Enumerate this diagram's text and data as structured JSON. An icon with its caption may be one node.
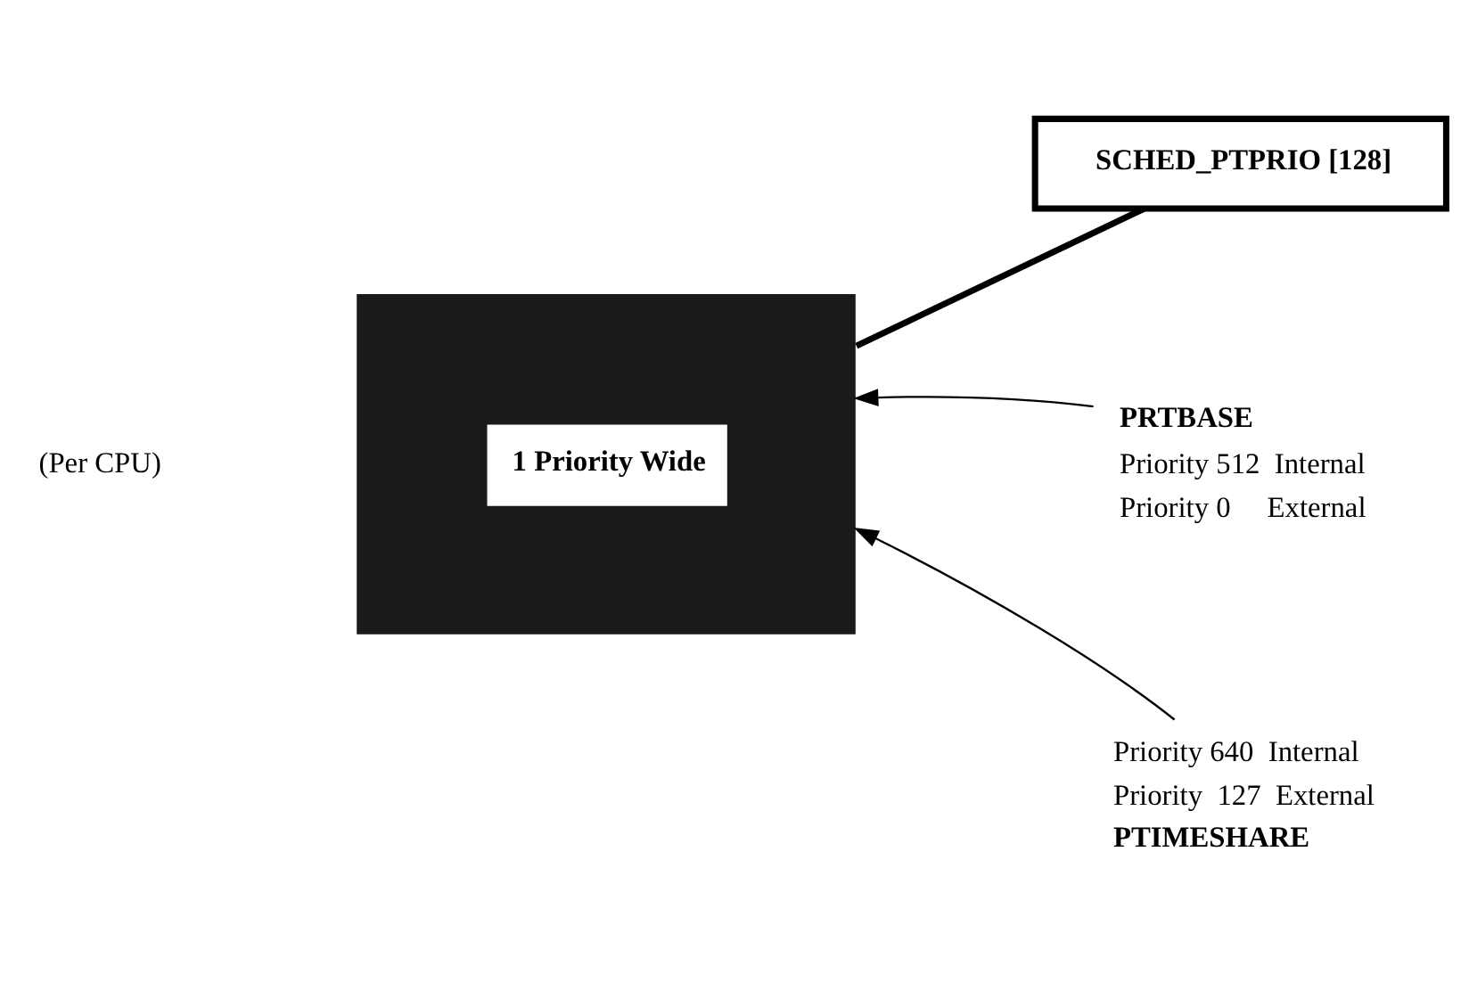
{
  "diagram": {
    "nodes": [
      {
        "text": [
          "1 Priority Wide"
        ]
      },
      {
        "text": [
          "SCHED_PTPRIO [128]"
        ]
      },
      {
        "text": [
          "PRTBASE"
        ],
        "beside": [
          "Priority 512  Internal",
          "Priority 0     External"
        ]
      },
      {
        "text": [
          "PTIMESHARE"
        ],
        "beside": [
          "Priority 640  Internal",
          "Priority  127  External"
        ]
      }
    ],
    "edges": [
      {
        "from": 0,
        "to": 1,
        "arrow": "none",
        "style": "thick"
      },
      {
        "from": 2,
        "to": 0,
        "arrow": "to"
      },
      {
        "from": 3,
        "to": 0,
        "arrow": "to"
      }
    ],
    "labels": [
      "(Per CPU)"
    ]
  }
}
